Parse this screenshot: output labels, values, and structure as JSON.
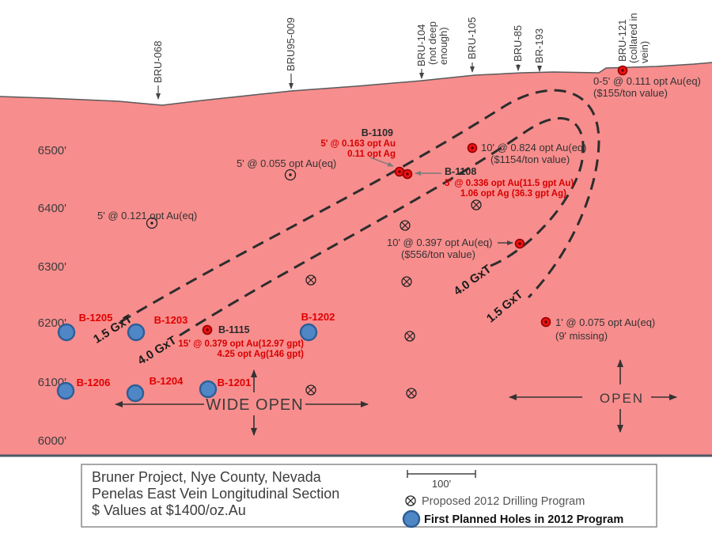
{
  "map": {
    "elevations": [
      "6500'",
      "6400'",
      "6300'",
      "6200'",
      "6100'",
      "6000'"
    ],
    "collars": {
      "c068": "BRU-068",
      "c95": "BRU95-009",
      "c104": "BRU-104",
      "c104n1": "(not deep",
      "c104n2": "enough)",
      "c105": "BRU-105",
      "c85": "BRU-85",
      "c193": "BR-193",
      "c121": "BRU-121",
      "c121n1": "(collared in",
      "c121n2": "vein)"
    },
    "annotations": {
      "a121_1": "0-5' @ 0.111 opt Au(eq)",
      "a121_2": "($155/ton value)",
      "a055": "5' @ 0.055 opt Au(eq)",
      "a0121": "5' @ 0.121 opt Au(eq)",
      "b1109": "B-1109",
      "b1109_1": "5' @ 0.163 opt Au",
      "b1109_2": "0.11 opt Ag",
      "b1108": "B-1108",
      "b1108_1": "5' @ 0.336 opt Au(11.5 gpt Au)",
      "b1108_2": "1.06 opt Ag (36.3 gpt Ag)",
      "a824_1": "10' @ 0.824 opt Au(eq)",
      "a824_2": "($1154/ton value)",
      "a397_1": "10' @ 0.397 opt Au(eq)",
      "a397_2": "($556/ton value)",
      "a075_1": "1' @ 0.075 opt Au(eq)",
      "a075_2": "(9' missing)",
      "b1115": "B-1115",
      "b1115_1": "15' @ 0.379 opt Au(12.97 gpt)",
      "b1115_2": "4.25 opt Ag(146 gpt)",
      "gxt15": "1.5 GxT",
      "gxt40": "4.0 GxT",
      "wide_open": "WIDE OPEN",
      "open": "OPEN"
    },
    "planned_holes": [
      "B-1205",
      "B-1203",
      "B-1202",
      "B-1206",
      "B-1204",
      "B-1201"
    ]
  },
  "footer": {
    "title_1": "Bruner Project, Nye County, Nevada",
    "title_2": "Penelas East Vein Longitudinal Section",
    "title_3": "$ Values at $1400/oz.Au",
    "scale": "100'",
    "legend_proposed": "Proposed 2012 Drilling Program",
    "legend_planned": "First Planned Holes in 2012 Program"
  },
  "colors": {
    "terrain_fill": "#f88d8d",
    "planned_hole_fill": "#4f86c6",
    "planned_hole_stroke": "#2d5e95",
    "assay_text_red": "#d80000",
    "drill_dot_red": "#ee1111",
    "contour_line": "#2d2d2d"
  }
}
